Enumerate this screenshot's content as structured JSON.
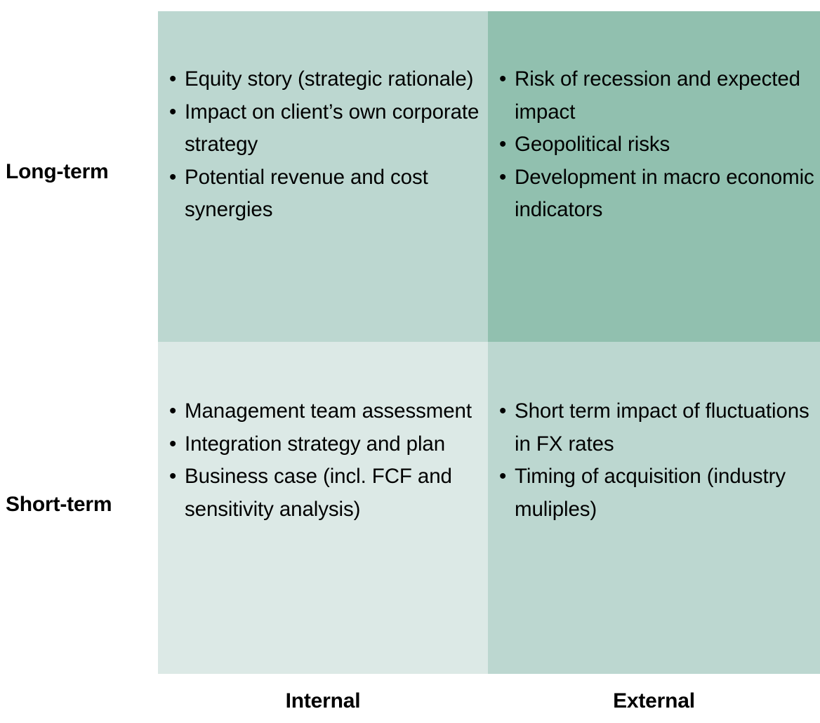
{
  "diagram": {
    "type": "2x2-matrix",
    "row_labels": [
      "Long-term",
      "Short-term"
    ],
    "column_labels": [
      "Internal",
      "External"
    ],
    "bullet_glyph": "•",
    "colors": {
      "top_left": "#bcd7d0",
      "top_right": "#91c0af",
      "bottom_left": "#dce9e6",
      "bottom_right": "#bcd7d0",
      "background": "#ffffff",
      "text": "#000000"
    },
    "cells": {
      "long_internal": {
        "row": "Long-term",
        "column": "Internal",
        "items": [
          "Equity story (strategic rationale)",
          "Impact on client’s own corporate strategy",
          "Potential revenue and cost synergies"
        ]
      },
      "long_external": {
        "row": "Long-term",
        "column": "External",
        "items": [
          "Risk of recession and expected impact",
          "Geopolitical risks",
          "Development in macro economic indicators"
        ]
      },
      "short_internal": {
        "row": "Short-term",
        "column": "Internal",
        "items": [
          "Management team assessment",
          "Integration strategy and plan",
          "Business case (incl. FCF and sensitivity analysis)"
        ]
      },
      "short_external": {
        "row": "Short-term",
        "column": "External",
        "items": [
          "Short term impact of fluctuations in FX rates",
          "Timing of acquisition (industry muliples)"
        ]
      }
    }
  }
}
